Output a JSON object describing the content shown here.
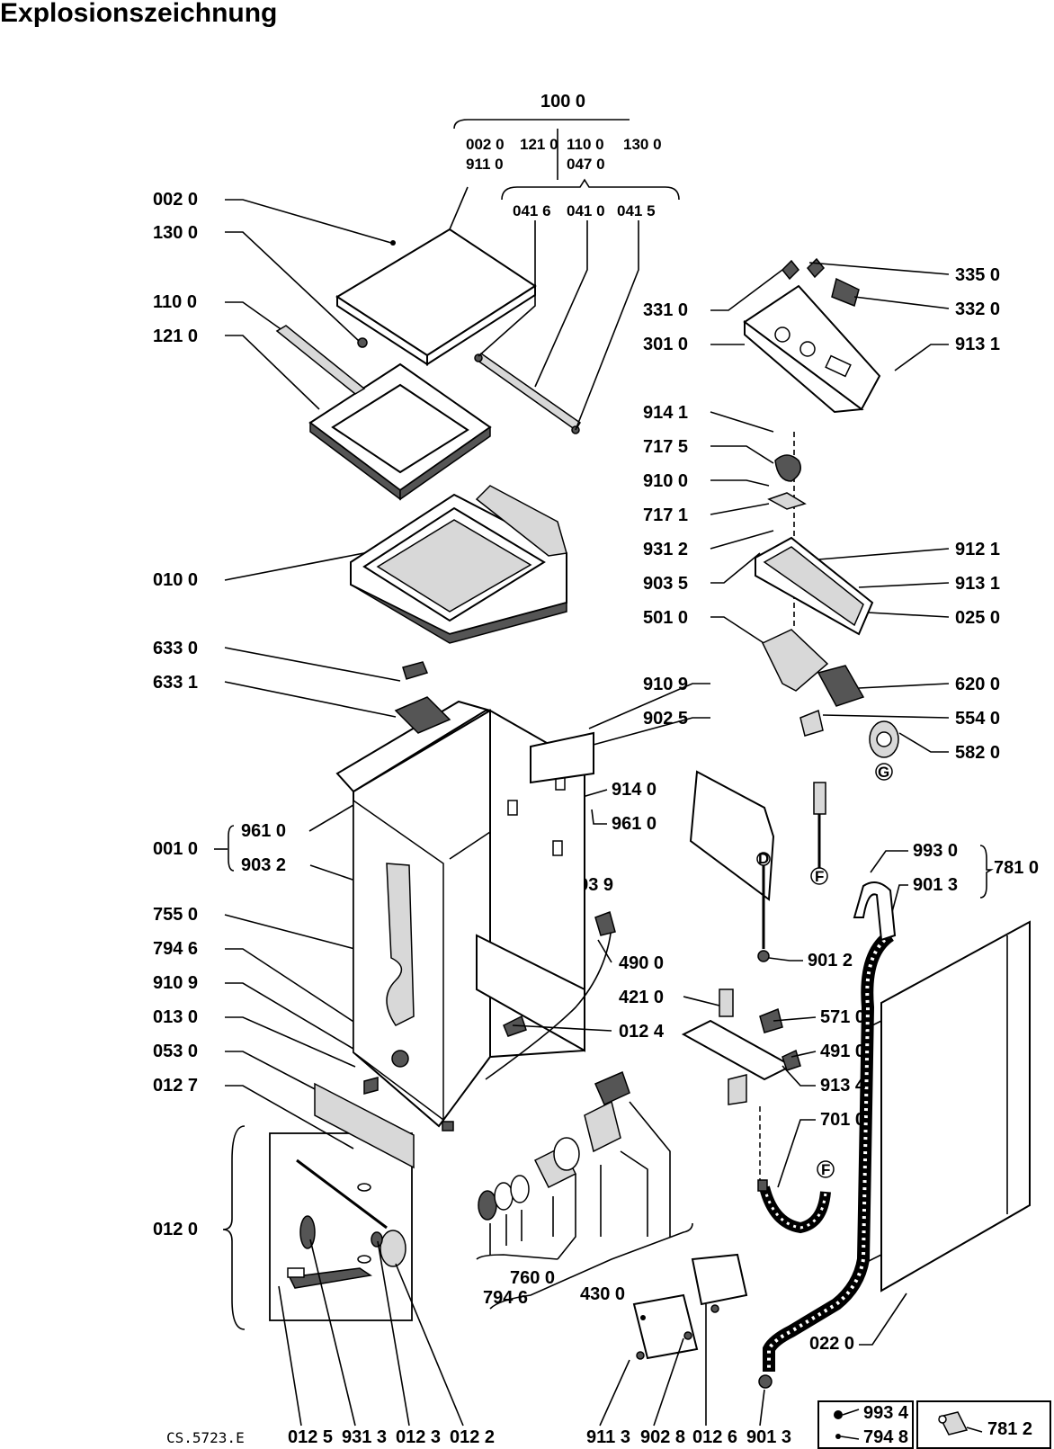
{
  "title": "Explosionszeichnung",
  "drawing_code": "CS.5723.E",
  "labels": {
    "l1000": "100 0",
    "l0020a": "002 0",
    "l1210a": "121 0",
    "l1100a": "110 0",
    "l1300a": "130 0",
    "l9110a": "911 0",
    "l0470": "047 0",
    "l0416": "041 6",
    "l0410": "041 0",
    "l0415": "041 5",
    "l0020": "002 0",
    "l1300": "130 0",
    "l1100": "110 0",
    "l1210": "121 0",
    "l3310": "331 0",
    "l3010": "301 0",
    "l3350": "335 0",
    "l3320": "332 0",
    "l9131a": "913 1",
    "l9141": "914 1",
    "l7175": "717 5",
    "l9100": "910 0",
    "l7171": "717 1",
    "l9312": "931 2",
    "l9035": "903 5",
    "l5010": "501 0",
    "l9121": "912 1",
    "l9131b": "913 1",
    "l0250": "025 0",
    "l0100": "010 0",
    "l6330": "633 0",
    "l6331": "633 1",
    "l9109a": "910 9",
    "l9025": "902 5",
    "l6200": "620 0",
    "l5540": "554 0",
    "l5820": "582 0",
    "l9140": "914 0",
    "l9610b": "961 0",
    "l0010": "001 0",
    "l9610": "961 0",
    "l9032": "903 2",
    "l9039": "903 9",
    "l9930": "993 0",
    "l9013a": "901 3",
    "l7810": "781 0",
    "l7550": "755 0",
    "l7946a": "794 6",
    "l9109b": "910 9",
    "l0130": "013 0",
    "l0530": "053 0",
    "l0127": "012 7",
    "l4900": "490 0",
    "l4210": "421 0",
    "l0124": "012 4",
    "l9012": "901 2",
    "l5710": "571 0",
    "l4910": "491 0",
    "l9134": "913 4",
    "l7010": "701 0",
    "l0120": "012 0",
    "l7600": "760 0",
    "l7946b": "794 6",
    "l4300": "430 0",
    "l0220": "022 0",
    "l0125": "012 5",
    "l9313": "931 3",
    "l0123": "012 3",
    "l0122": "012 2",
    "l9113": "911 3",
    "l9028": "902 8",
    "l0126": "012 6",
    "l9013b": "901 3",
    "l9934": "993 4",
    "l7948": "794 8",
    "l7812": "781 2",
    "markF1": "F",
    "markF2": "F",
    "markG": "G",
    "markD": "D"
  }
}
